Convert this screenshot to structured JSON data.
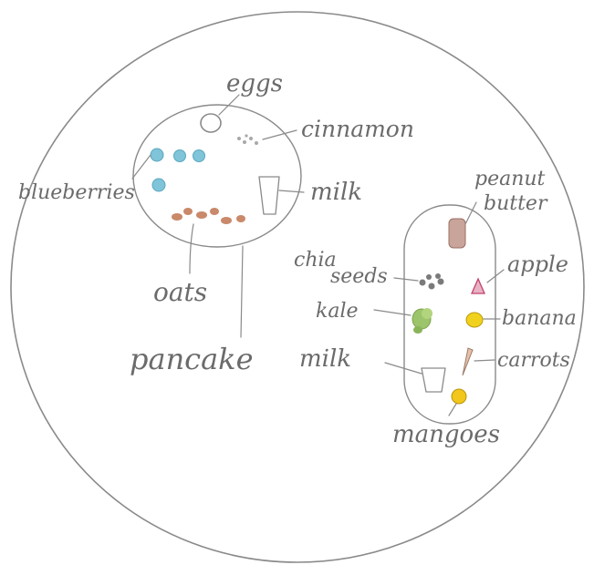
{
  "pancake": {
    "title": "pancake",
    "ingredients": {
      "eggs": "eggs",
      "cinnamon": "cinnamon",
      "blueberries": "blueberries",
      "milk": "milk",
      "oats": "oats"
    }
  },
  "smoothie": {
    "ingredients": {
      "peanut_butter_line1": "peanut",
      "peanut_butter_line2": "butter",
      "chia_line1": "chia",
      "chia_line2": "seeds",
      "kale": "kale",
      "apple": "apple",
      "banana": "banana",
      "milk": "milk",
      "carrots": "carrots",
      "mangoes": "mangoes"
    }
  },
  "colors": {
    "blueberry": "#7fc4d8",
    "oats": "#c9896a",
    "kale": "#9cc46a",
    "banana": "#f0d21e",
    "apple": "#c2426a",
    "mango": "#f2c61a",
    "peanut_butter": "#b07a6a"
  }
}
